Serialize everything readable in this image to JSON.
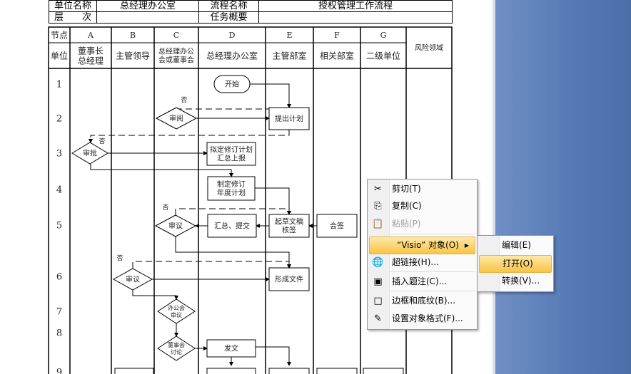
{
  "header_table": {
    "unit_name_label": "单位名称",
    "unit_name": "总经理办公室",
    "process_name_label": "流程名称",
    "process_name": "授权管理工作流程",
    "level_label": "层　　次",
    "level": "",
    "task_label": "任务概要",
    "task": ""
  },
  "columns": {
    "node_label": "节点",
    "unit_label": "单位",
    "letters": [
      "A",
      "B",
      "C",
      "D",
      "E",
      "F",
      "G"
    ],
    "units": [
      "董事长\n总经理",
      "主管领导",
      "总经理办公\n会或董事会",
      "总经理办公室",
      "主管部室",
      "相关部室",
      "二级单位"
    ],
    "risk": "风险领域"
  },
  "rows": [
    "1",
    "2",
    "3",
    "4",
    "5",
    "6",
    "7",
    "8",
    "9"
  ],
  "nodes": {
    "start": "开始",
    "review1": "审阅",
    "propose": "提出计划",
    "approve": "审批",
    "draft_plan": [
      "拟定修订计划",
      "汇总上报"
    ],
    "annual_plan": [
      "制定修订",
      "年度计划"
    ],
    "deliberate1": "审议",
    "summary": "汇总、提交",
    "draft_doc": [
      "起草文稿",
      "核签"
    ],
    "countersign": "会签",
    "deliberate2": "审议",
    "form_doc": "形成文件",
    "office_meeting": [
      "办公会",
      "审议"
    ],
    "board_meeting": [
      "董事会",
      "讨论"
    ],
    "issue": "发文",
    "no": "否"
  },
  "context_menu": {
    "items": [
      {
        "label": "剪切(T)",
        "icon": "scissors-icon",
        "enabled": true
      },
      {
        "label": "复制(C)",
        "icon": "copy-icon",
        "enabled": true
      },
      {
        "label": "粘贴(P)",
        "icon": "paste-icon",
        "enabled": false
      },
      {
        "label": "“Visio” 对象(O)",
        "icon": "",
        "enabled": true,
        "highlighted": true,
        "submenu": true
      },
      {
        "label": "超链接(H)...",
        "icon": "hyperlink-icon",
        "enabled": true
      },
      {
        "label": "插入题注(C)...",
        "icon": "caption-icon",
        "enabled": true
      },
      {
        "label": "边框和底纹(B)...",
        "icon": "borders-icon",
        "enabled": true
      },
      {
        "label": "设置对象格式(F)...",
        "icon": "format-object-icon",
        "enabled": true
      }
    ]
  },
  "submenu": {
    "items": [
      {
        "label": "编辑(E)"
      },
      {
        "label": "打开(O)",
        "highlighted": true
      },
      {
        "label": "转换(V)..."
      }
    ]
  }
}
